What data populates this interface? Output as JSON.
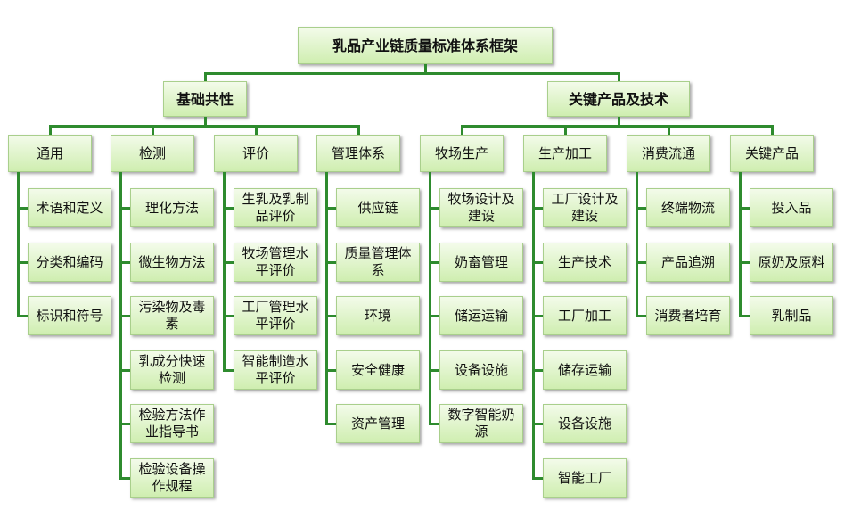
{
  "diagram": {
    "root": "乳品产业链质量标准体系框架",
    "groups": [
      {
        "label": "基础共性",
        "categories": [
          {
            "label": "通用",
            "items": [
              "术语和定义",
              "分类和编码",
              "标识和符号"
            ]
          },
          {
            "label": "检测",
            "items": [
              "理化方法",
              "微生物方法",
              "污染物及毒素",
              "乳成分快速检测",
              "检验方法作业指导书",
              "检验设备操作规程"
            ]
          },
          {
            "label": "评价",
            "items": [
              "生乳及乳制品评价",
              "牧场管理水平评价",
              "工厂管理水平评价",
              "智能制造水平评价"
            ]
          },
          {
            "label": "管理体系",
            "items": [
              "供应链",
              "质量管理体系",
              "环境",
              "安全健康",
              "资产管理"
            ]
          }
        ]
      },
      {
        "label": "关键产品及技术",
        "categories": [
          {
            "label": "牧场生产",
            "items": [
              "牧场设计及建设",
              "奶畜管理",
              "储运运输",
              "设备设施",
              "数字智能奶源"
            ]
          },
          {
            "label": "生产加工",
            "items": [
              "工厂设计及建设",
              "生产技术",
              "工厂加工",
              "储存运输",
              "设备设施",
              "智能工厂"
            ]
          },
          {
            "label": "消费流通",
            "items": [
              "终端物流",
              "产品追溯",
              "消费者培育"
            ]
          },
          {
            "label": "关键产品",
            "items": [
              "投入品",
              "原奶及原料",
              "乳制品"
            ]
          }
        ]
      }
    ]
  }
}
